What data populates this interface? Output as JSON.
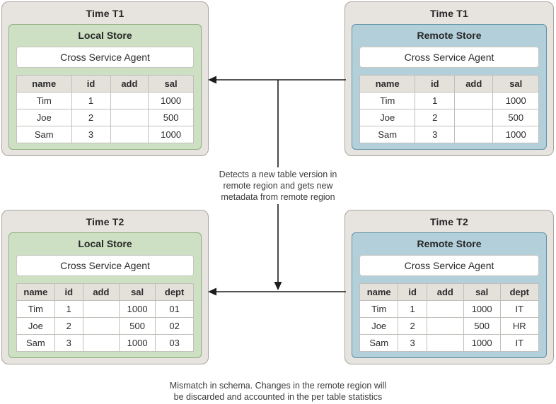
{
  "panels": [
    {
      "time_label": "Time T1",
      "store_label": "Local Store",
      "agent_label": "Cross Service Agent",
      "variant": "green",
      "columns": [
        "name",
        "id",
        "add",
        "sal"
      ],
      "rows": [
        [
          "Tim",
          "1",
          "",
          "1000"
        ],
        [
          "Joe",
          "2",
          "",
          "500"
        ],
        [
          "Sam",
          "3",
          "",
          "1000"
        ]
      ]
    },
    {
      "time_label": "Time T1",
      "store_label": "Remote Store",
      "agent_label": "Cross Service Agent",
      "variant": "blue",
      "columns": [
        "name",
        "id",
        "add",
        "sal"
      ],
      "rows": [
        [
          "Tim",
          "1",
          "",
          "1000"
        ],
        [
          "Joe",
          "2",
          "",
          "500"
        ],
        [
          "Sam",
          "3",
          "",
          "1000"
        ]
      ]
    },
    {
      "time_label": "Time T2",
      "store_label": "Local Store",
      "agent_label": "Cross Service Agent",
      "variant": "green",
      "columns": [
        "name",
        "id",
        "add",
        "sal",
        "dept"
      ],
      "rows": [
        [
          "Tim",
          "1",
          "",
          "1000",
          "01"
        ],
        [
          "Joe",
          "2",
          "",
          "500",
          "02"
        ],
        [
          "Sam",
          "3",
          "",
          "1000",
          "03"
        ]
      ]
    },
    {
      "time_label": "Time T2",
      "store_label": "Remote Store",
      "agent_label": "Cross Service Agent",
      "variant": "blue",
      "columns": [
        "name",
        "id",
        "add",
        "sal",
        "dept"
      ],
      "rows": [
        [
          "Tim",
          "1",
          "",
          "1000",
          "IT"
        ],
        [
          "Joe",
          "2",
          "",
          "500",
          "HR"
        ],
        [
          "Sam",
          "3",
          "",
          "1000",
          "IT"
        ]
      ]
    }
  ],
  "annotations": {
    "sync_note": {
      "lines": [
        "Detects a new table version in",
        "remote region and gets new",
        "metadata from remote region"
      ]
    },
    "mismatch_note": {
      "lines": [
        "Mismatch in schema. Changes in the remote region will",
        "be discarded and accounted in the per table statistics"
      ]
    }
  },
  "colors": {
    "outer_box_fill": "#e7e4e0",
    "outer_box_border": "#aaa59f",
    "local_store_fill": "#cde0c3",
    "local_store_border": "#8fae7e",
    "remote_store_fill": "#b3d0da",
    "remote_store_border": "#5d92a5",
    "agent_box_fill": "#ffffff",
    "table_header_fill": "#e4e1db",
    "table_border": "#c2bfba",
    "arrow": "#1c1c1c"
  }
}
